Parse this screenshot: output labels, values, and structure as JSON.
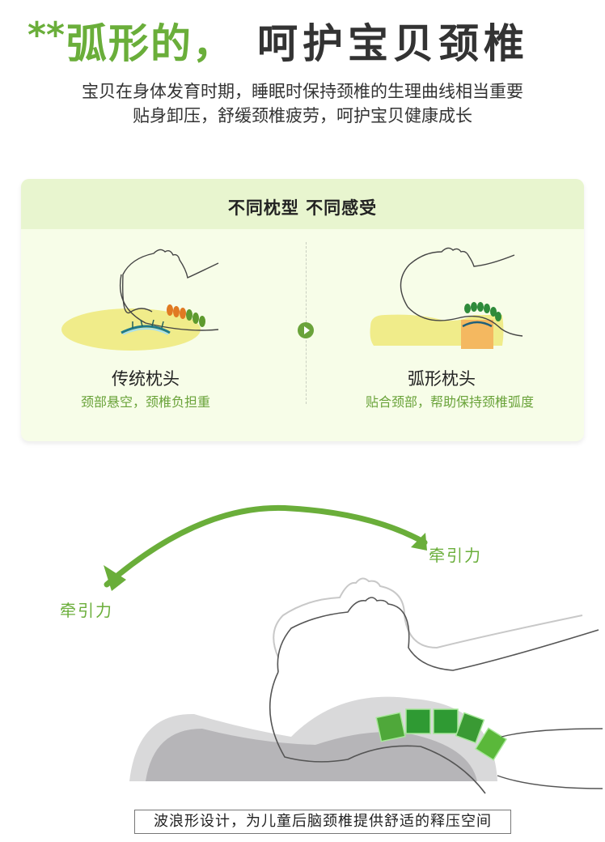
{
  "header": {
    "asterisk": "**",
    "title_green": "弧形的，",
    "title_dark": "呵护宝贝颈椎",
    "subtitle_line1": "宝贝在身体发育时期，睡眠时保持颈椎的生理曲线相当重要",
    "subtitle_line2": "贴身卸压，舒缓颈椎疲劳，呵护宝贝健康成长"
  },
  "comparison": {
    "title": "不同枕型  不同感受",
    "left": {
      "label": "传统枕头",
      "description": "颈部悬空，颈椎负担重",
      "icon": "traditional-pillow-illustration"
    },
    "right": {
      "label": "弧形枕头",
      "description": "贴合颈部，帮助保持颈椎弧度",
      "icon": "curved-pillow-illustration"
    },
    "play_icon": "play-circle-icon"
  },
  "diagram": {
    "traction_right": "牵引力",
    "traction_left": "牵引力",
    "caption": "波浪形设计，为儿童后脑颈椎提供舒适的释压空间"
  },
  "colors": {
    "accent_green": "#6aae3a",
    "panel_bg": "#f7fde8",
    "panel_header_bg": "#e8f5cf",
    "pillow_yellow": "#f0ec8a",
    "pillow_gray": "#b4b3b6"
  }
}
